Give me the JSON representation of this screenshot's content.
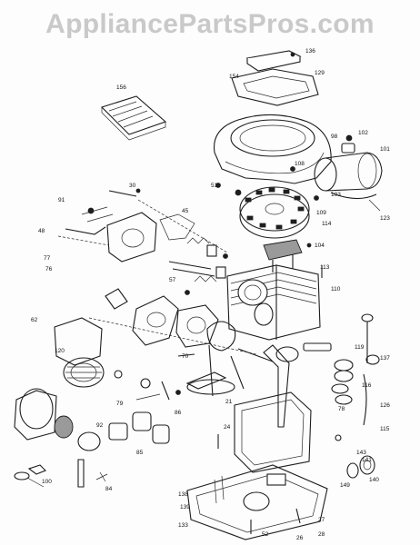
{
  "watermark": {
    "text": "AppliancePartsPros.com"
  },
  "callouts": {
    "l136": "136",
    "l129": "129",
    "l156": "156",
    "l154": "154",
    "l98": "98",
    "l102": "102",
    "l101": "101",
    "l103": "103",
    "l123": "123",
    "l51": "51",
    "l108": "108",
    "l109": "109",
    "l104": "104",
    "l114": "114",
    "l113": "113",
    "l110": "110",
    "l91": "91",
    "l30": "30",
    "l48": "48",
    "l77": "77",
    "l76": "76",
    "l119": "119",
    "l137": "137",
    "l116": "116",
    "l78": "78",
    "l120": "120",
    "l84": "84",
    "l92": "92",
    "l100": "100",
    "l85": "85",
    "l79": "79",
    "l86": "86",
    "l126": "126",
    "l115": "115",
    "l141": "141",
    "l143": "143",
    "l149": "149",
    "l140": "140",
    "l138": "138",
    "l139": "139",
    "l133": "133",
    "l52": "52",
    "l26": "26",
    "l27": "27",
    "l28": "28",
    "l24": "24",
    "l21": "21",
    "l70": "70",
    "l57": "57",
    "l45": "45",
    "l62": "62"
  }
}
